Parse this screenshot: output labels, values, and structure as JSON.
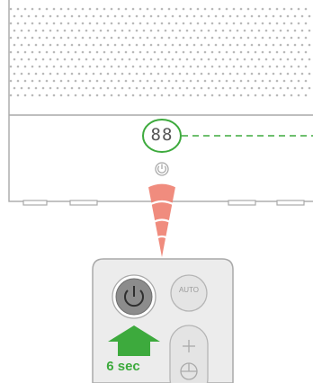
{
  "display": {
    "readout": "88"
  },
  "remote": {
    "auto_label": "AUTO"
  },
  "instruction": {
    "hold_duration": "6 sec"
  },
  "colors": {
    "accent_green": "#3daa3d",
    "signal_red": "#ee8070",
    "outline_gray": "#a9a9a9",
    "remote_body": "#ececec",
    "power_button": "#8c8c8c"
  },
  "icons": {
    "power_indicator": "power-icon",
    "remote_power": "power-icon",
    "press_arrow": "arrow-up-icon",
    "signal": "ir-signal-icon"
  }
}
